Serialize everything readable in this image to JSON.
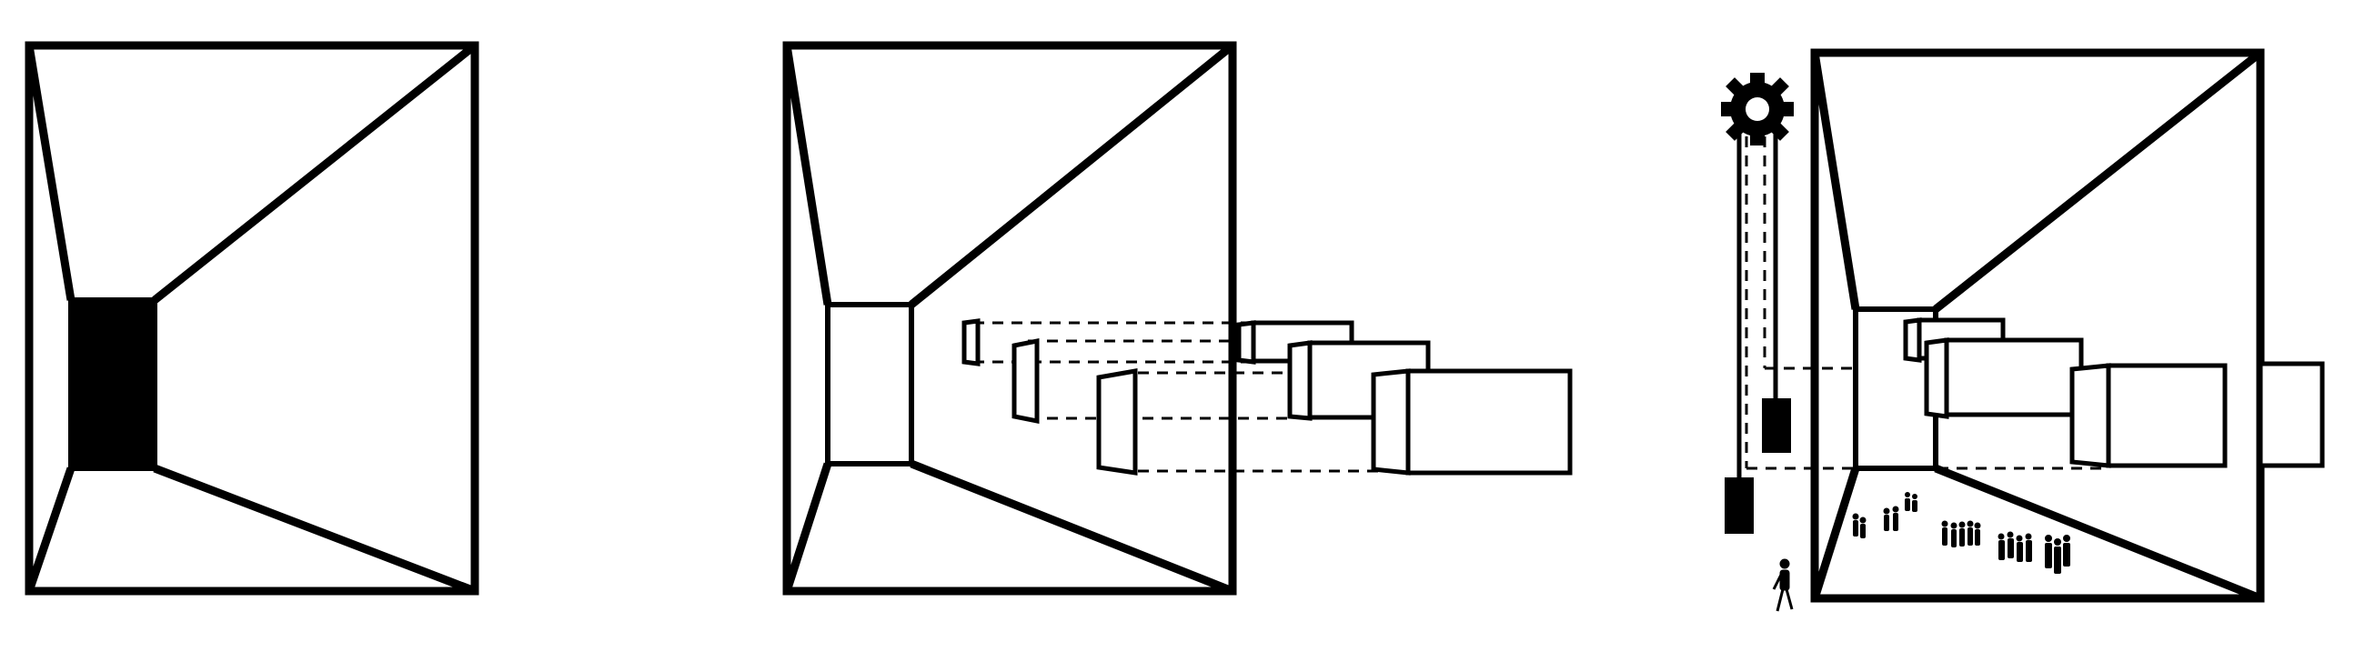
{
  "diagram": {
    "panels": [
      {
        "name": "perspective-box-closed",
        "back_wall": "filled"
      },
      {
        "name": "perspective-box-projection",
        "back_wall": "open",
        "frames": 3
      },
      {
        "name": "perspective-box-mechanism",
        "back_wall": "open",
        "frames": 3,
        "figures": "crowd"
      }
    ],
    "colors": {
      "stroke": "#000000",
      "background": "#ffffff"
    },
    "icons": [
      "gear-icon",
      "counterweight-icon",
      "person-icon"
    ]
  }
}
